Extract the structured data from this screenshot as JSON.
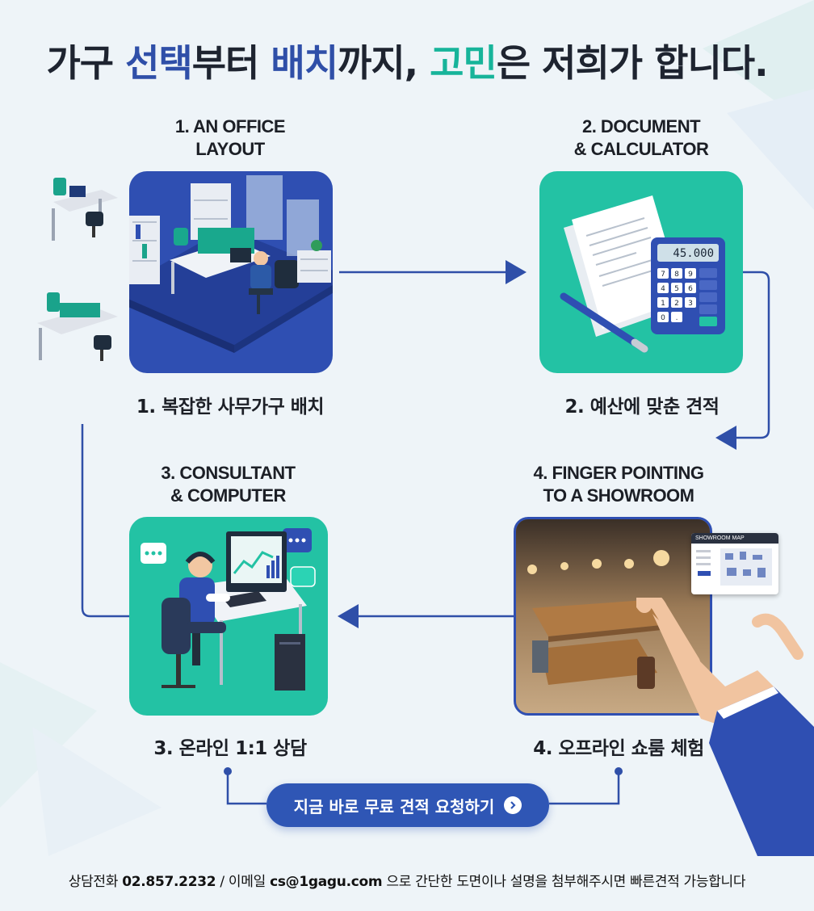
{
  "headline": {
    "part1": "가구 ",
    "part2": "선택",
    "part3": "부터 ",
    "part4": "배치",
    "part5": "까지, ",
    "part6": "고민",
    "part7": "은 저희가 합니다."
  },
  "steps": [
    {
      "eng_line1": "1. AN OFFICE",
      "eng_line2": "LAYOUT",
      "kor": "1. 복잡한 사무가구 배치"
    },
    {
      "eng_line1": "2. DOCUMENT",
      "eng_line2": "& CALCULATOR",
      "kor": "2. 예산에 맞춘 견적"
    },
    {
      "eng_line1": "3. CONSULTANT",
      "eng_line2": "& COMPUTER",
      "kor": "3. 온라인 1:1 상담"
    },
    {
      "eng_line1": "4. FINGER POINTING",
      "eng_line2": "TO A SHOWROOM",
      "kor": "4. 오프라인 쇼룸 체험"
    }
  ],
  "calculator": {
    "display": "45.000",
    "keys": [
      "7",
      "8",
      "9",
      "4",
      "5",
      "6",
      "1",
      "2",
      "3",
      "0",
      "."
    ]
  },
  "showroom": {
    "map_title": "SHOWROOM MAP"
  },
  "cta": {
    "label": "지금 바로 무료 견적 요청하기"
  },
  "footer": {
    "label_phone": "상담전화 ",
    "phone": "02.857.2232",
    "sep": " / 이메일 ",
    "email": "cs@1gagu.com",
    "tail": " 으로 간단한 도면이나 설명을 첨부해주시면 빠른견적 가능합니다"
  },
  "colors": {
    "blue": "#2f4fa8",
    "teal": "#17b49a",
    "card_blue": "#2f4fb2",
    "card_teal": "#23c2a4"
  }
}
